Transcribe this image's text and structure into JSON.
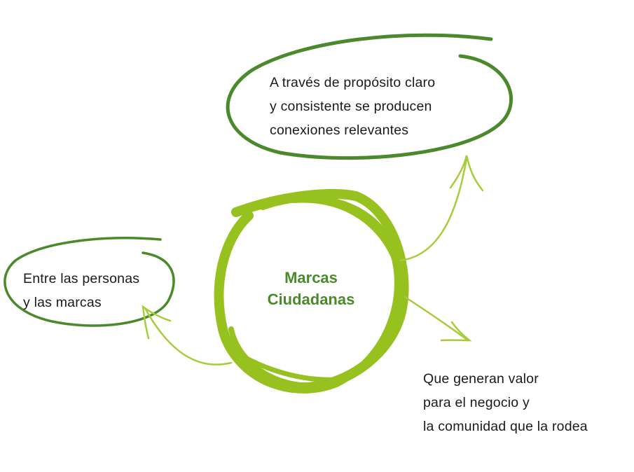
{
  "center": {
    "line1": "Marcas",
    "line2": "Ciudadanas"
  },
  "top_note": {
    "line1": "A través de propósito claro",
    "line2": "y consistente se producen",
    "line3": "conexiones relevantes"
  },
  "left_note": {
    "line1": "Entre las personas",
    "line2": "y las marcas"
  },
  "bottom_note": {
    "line1": "Que generan valor",
    "line2": "para el negocio y",
    "line3": "la comunidad que la rodea"
  },
  "colors": {
    "center_circle": "#96c11f",
    "arrows": "#a6cc3a",
    "outline_ellipses": "#4a8a2c",
    "center_text": "#4a8a2c",
    "body_text": "#1a1a1a"
  }
}
